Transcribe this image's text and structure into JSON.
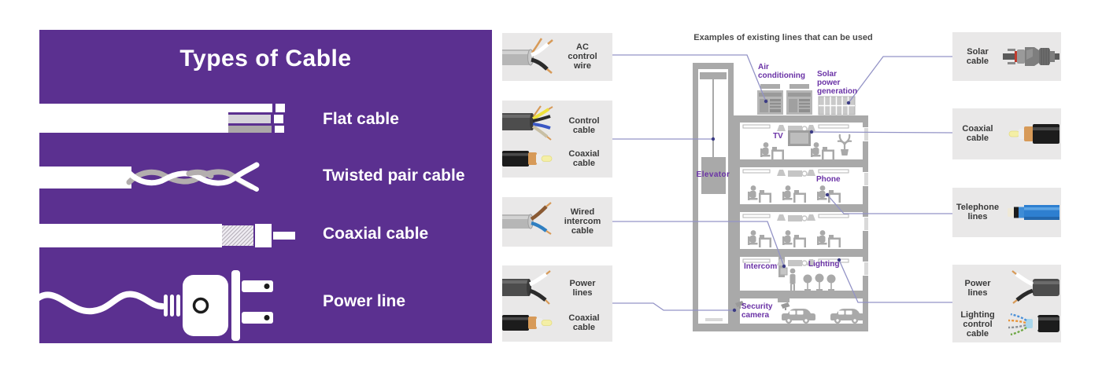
{
  "panel": {
    "title": "Types of Cable",
    "bg_color": "#5B3090",
    "items": [
      {
        "label": "Flat cable"
      },
      {
        "label": "Twisted pair cable"
      },
      {
        "label": "Coaxial cable"
      },
      {
        "label": "Power line"
      }
    ]
  },
  "diagram": {
    "header": "Examples of existing lines that can be used",
    "label_color": "#6A32A6",
    "line_color": "#9393C6",
    "building_labels": {
      "air_conditioning": "Air conditioning",
      "solar_power_generation": "Solar power generation",
      "tv": "TV",
      "phone": "Phone",
      "elevator": "Elevator",
      "intercom": "Intercom",
      "lighting": "Lighting",
      "security_camera": "Security camera"
    }
  },
  "left_thumbnails": [
    {
      "labels": [
        "AC control wire"
      ]
    },
    {
      "labels": [
        "Control cable",
        "Coaxial cable"
      ]
    },
    {
      "labels": [
        "Wired intercom cable"
      ]
    },
    {
      "labels": [
        "Power lines",
        "Coaxial cable"
      ]
    }
  ],
  "right_thumbnails": [
    {
      "labels": [
        "Solar cable"
      ]
    },
    {
      "labels": [
        "Coaxial cable"
      ]
    },
    {
      "labels": [
        "Telephone lines"
      ]
    },
    {
      "labels": [
        "Power lines",
        "Lighting control cable"
      ]
    }
  ]
}
